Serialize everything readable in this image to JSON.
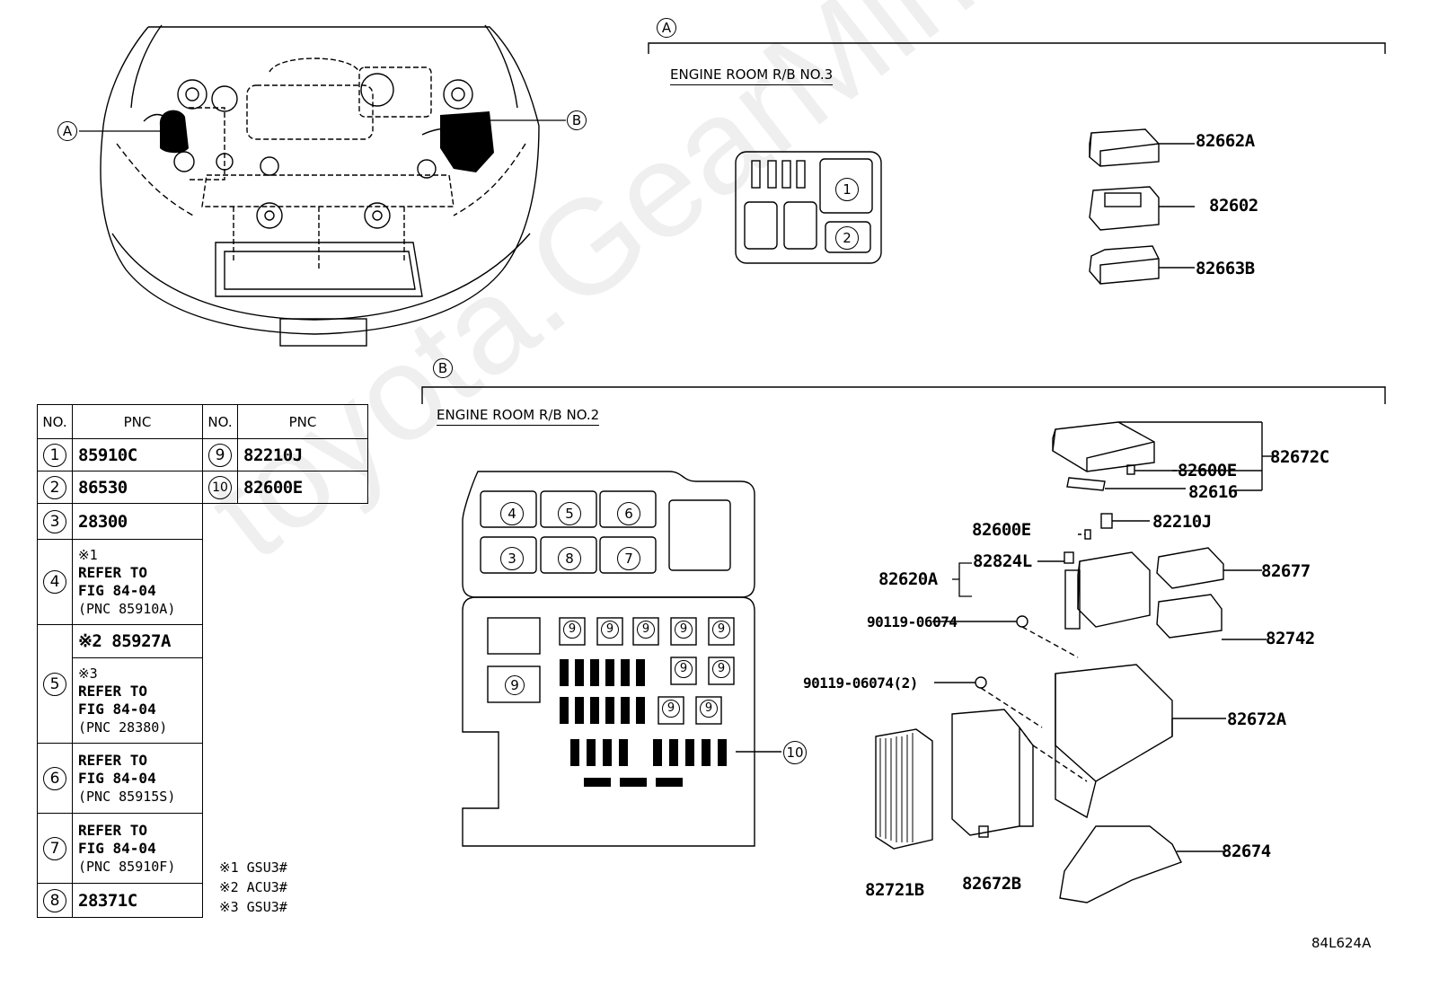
{
  "callouts": {
    "a": "A",
    "b": "B"
  },
  "section_a": {
    "title": "ENGINE ROOM R/B NO.3",
    "slot_1": "1",
    "slot_2": "2"
  },
  "section_b": {
    "title": "ENGINE ROOM R/B NO.2",
    "slots_top": [
      "4",
      "5",
      "6",
      "3",
      "8",
      "7"
    ],
    "fuse_9": "9",
    "fuse_10": "10"
  },
  "parts_a": [
    "82662A",
    "82602",
    "82663B"
  ],
  "parts_b": {
    "p82672C": "82672C",
    "p82600E_a": "82600E",
    "p82616": "82616",
    "p82600E_b": "82600E",
    "p82210J": "82210J",
    "p82824L": "82824L",
    "p82620A": "82620A",
    "p82677": "82677",
    "p90119_a": "90119-06074",
    "p82742": "82742",
    "p90119_b": "90119-06074(2)",
    "p82672A": "82672A",
    "p82674": "82674",
    "p82721B": "82721B",
    "p82672B": "82672B"
  },
  "table": {
    "h_no": "NO.",
    "h_pnc": "PNC",
    "r1_no": "1",
    "r1_pnc": "85910C",
    "r2_no": "2",
    "r2_pnc": "86530",
    "r3_no": "3",
    "r3_pnc": "28300",
    "r4_no": "4",
    "r4_l1": "※1",
    "r4_l2": "REFER TO",
    "r4_l3": "FIG 84-04",
    "r4_l4": "(PNC 85910A)",
    "r5_no": "5",
    "r5_a": "※2 85927A",
    "r5_l1": "※3",
    "r5_l2": "REFER TO",
    "r5_l3": "FIG 84-04",
    "r5_l4": "(PNC 28380)",
    "r6_no": "6",
    "r6_l2": "REFER TO",
    "r6_l3": "FIG 84-04",
    "r6_l4": "(PNC 85915S)",
    "r7_no": "7",
    "r7_l2": "REFER TO",
    "r7_l3": "FIG 84-04",
    "r7_l4": "(PNC 85910F)",
    "r8_no": "8",
    "r8_pnc": "28371C",
    "r9_no": "9",
    "r9_pnc": "82210J",
    "r10_no": "10",
    "r10_pnc": "82600E"
  },
  "notes": [
    "※1 GSU3#",
    "※2 ACU3#",
    "※3 GSU3#"
  ],
  "diagram_code": "84L624A",
  "watermark": "toyota.GearMine.ru"
}
